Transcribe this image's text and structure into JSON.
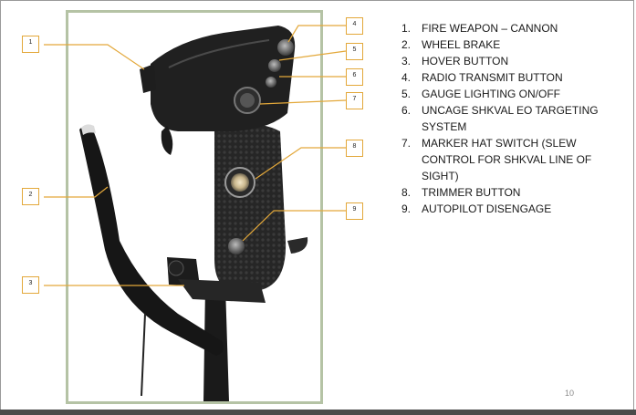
{
  "callouts": [
    "1",
    "2",
    "3",
    "4",
    "5",
    "6",
    "7",
    "8",
    "9"
  ],
  "legend": [
    {
      "num": "1.",
      "text": "FIRE WEAPON – CANNON"
    },
    {
      "num": "2.",
      "text": "WHEEL BRAKE"
    },
    {
      "num": "3.",
      "text": "HOVER BUTTON"
    },
    {
      "num": "4.",
      "text": "RADIO TRANSMIT BUTTON"
    },
    {
      "num": "5.",
      "text": "GAUGE LIGHTING ON/OFF"
    },
    {
      "num": "6.",
      "text": "UNCAGE SHKVAL EO TARGETING SYSTEM"
    },
    {
      "num": "7.",
      "text": "MARKER HAT SWITCH (SLEW CONTROL FOR SHKVAL LINE OF SIGHT)"
    },
    {
      "num": "8.",
      "text": "TRIMMER BUTTON"
    },
    {
      "num": "9.",
      "text": "AUTOPILOT DISENGAGE"
    }
  ],
  "page_number": "10",
  "colors": {
    "frame": "#b5c3a5",
    "callout_border": "#e3a83a",
    "leader_line": "#e3a83a",
    "stick_body": "#1c1c1c"
  }
}
